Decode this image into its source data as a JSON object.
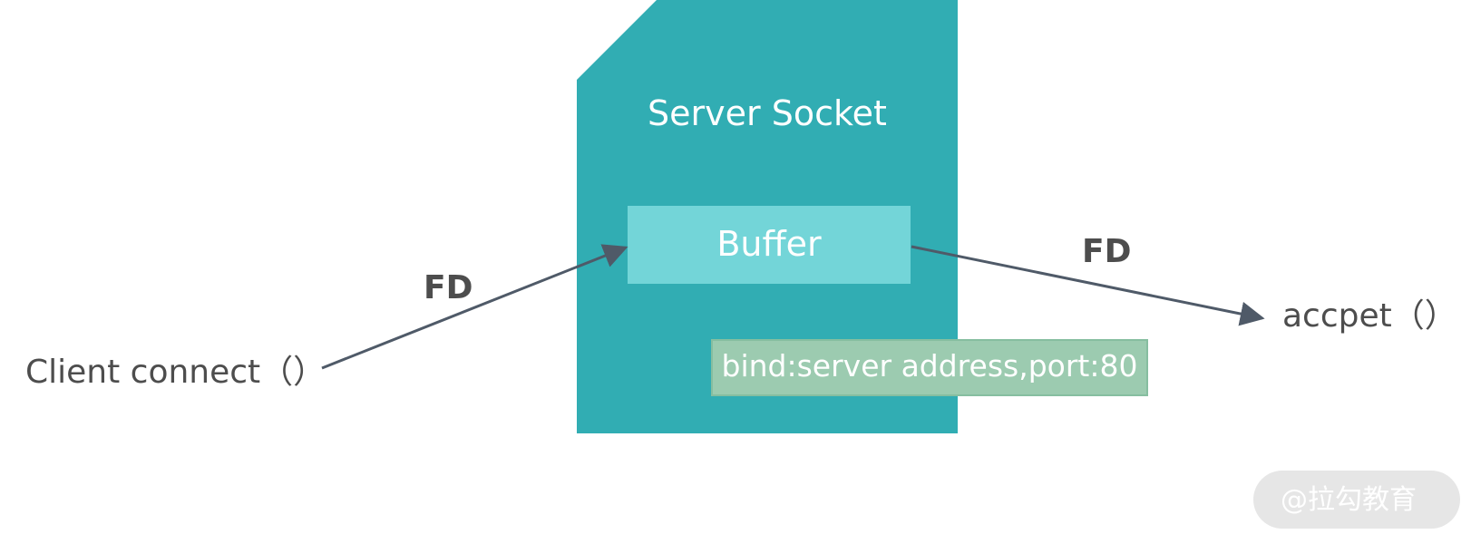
{
  "server": {
    "title": "Server Socket",
    "color": "#31adb3"
  },
  "buffer": {
    "label": "Buffer",
    "color": "#73d5d8"
  },
  "bind": {
    "label": "bind:server address,port:80",
    "color": "#9ccbb0"
  },
  "arrows": {
    "left_label": "FD",
    "right_label": "FD",
    "color": "#4f5a68"
  },
  "client": {
    "label": "Client connect（）"
  },
  "accept": {
    "label": "accpet（）"
  },
  "watermark": {
    "text": "@拉勾教育"
  }
}
